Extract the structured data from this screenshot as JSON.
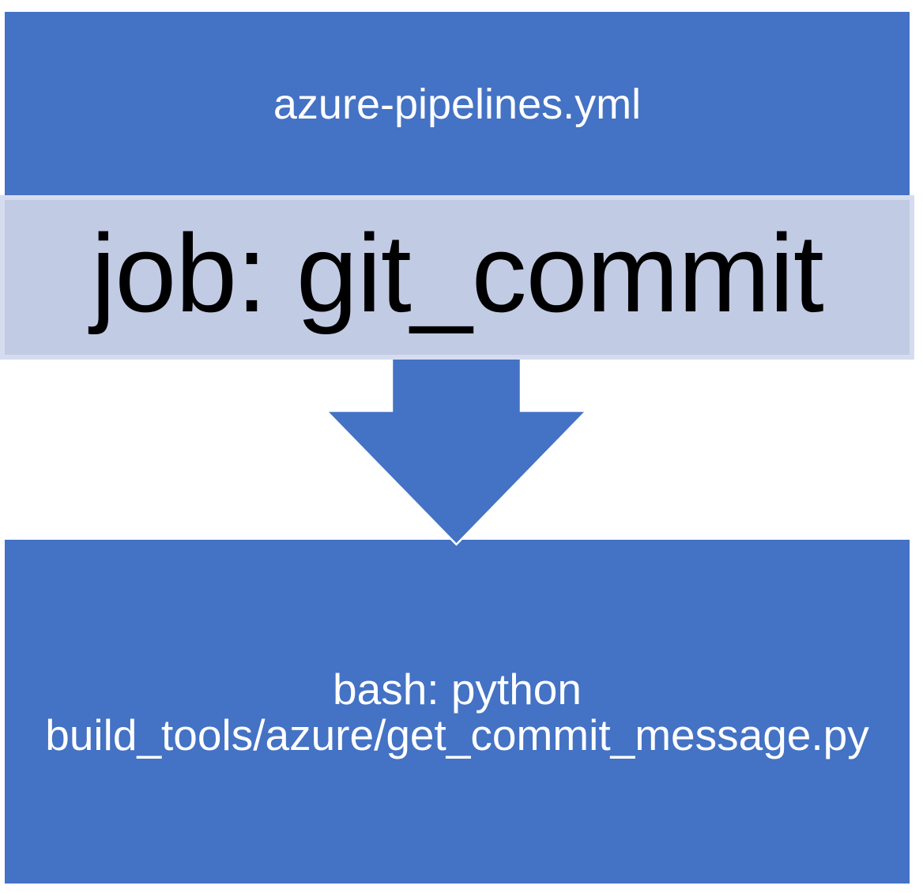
{
  "diagram": {
    "file_box": {
      "label": "azure-pipelines.yml"
    },
    "job_box": {
      "label": "job: git_commit"
    },
    "step_box": {
      "line1": "bash: python",
      "line2": "build_tools/azure/get_commit_message.py"
    }
  },
  "icons": {
    "down_arrow": "down-arrow"
  },
  "colors": {
    "primary_blue": "#4472C4",
    "job_fill": "#C2CBE4",
    "job_border": "#D6DCEF",
    "text_light": "#FFFFFF",
    "text_dark": "#000000",
    "background": "#FFFFFF"
  }
}
